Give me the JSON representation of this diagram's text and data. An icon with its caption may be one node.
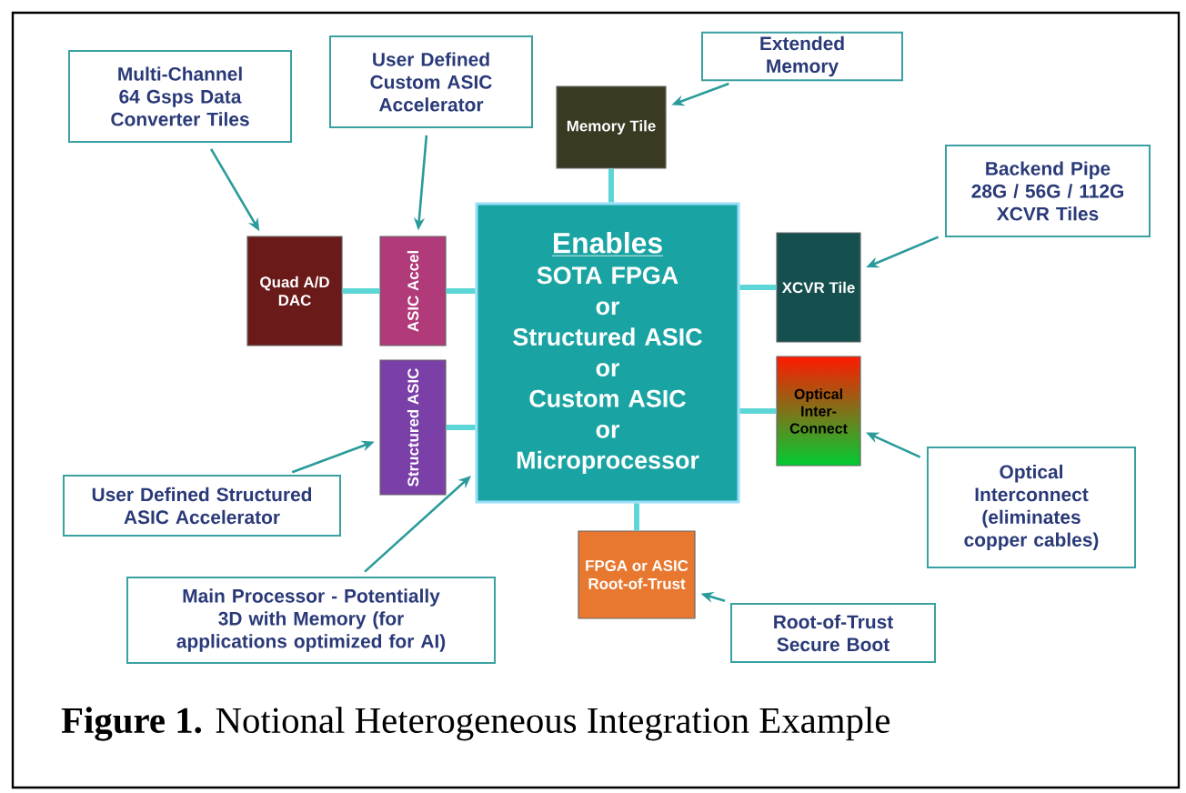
{
  "diagram": {
    "caption": "**Figure 1.** Notional Heterogeneous Integration Example",
    "nodes": [
      {
        "text": [
          "Enables",
          "SOTA FPGA",
          "or",
          "Structured ASIC",
          "or",
          "Custom ASIC",
          "or",
          "Microprocessor"
        ]
      },
      {
        "text": [
          "Quad A/D DAC"
        ]
      },
      {
        "text": [
          "ASIC Accel"
        ]
      },
      {
        "text": [
          "Structured ASIC"
        ]
      },
      {
        "text": [
          "Memory Tile"
        ]
      },
      {
        "text": [
          "XCVR Tile"
        ]
      },
      {
        "text": [
          "Optical Inter-Connect"
        ]
      },
      {
        "text": [
          "FPGA or ASIC Root-of-Trust"
        ]
      },
      {
        "text": [
          "Multi-Channel 64 Gsps Data Converter Tiles"
        ]
      },
      {
        "text": [
          "User Defined Custom ASIC Accelerator"
        ]
      },
      {
        "text": [
          "Extended Memory"
        ]
      },
      {
        "text": [
          "Backend Pipe 28G / 56G / 112G XCVR Tiles"
        ]
      },
      {
        "text": [
          "User Defined Structured ASIC Accelerator"
        ]
      },
      {
        "text": [
          "Main Processor - Potentially 3D with Memory (for applications optimized for AI)"
        ]
      },
      {
        "text": [
          "Optical Interconnect (eliminates copper cables)"
        ]
      },
      {
        "text": [
          "Root-of-Trust Secure Boot"
        ]
      }
    ],
    "edges": [
      {
        "from": 1,
        "to": 2,
        "arrow": "none",
        "style": "thick",
        "color": "#5cd6d6"
      },
      {
        "from": 2,
        "to": 0,
        "arrow": "none",
        "style": "thick",
        "color": "#5cd6d6"
      },
      {
        "from": 3,
        "to": 0,
        "arrow": "none",
        "style": "thick",
        "color": "#5cd6d6"
      },
      {
        "from": 4,
        "to": 0,
        "arrow": "none",
        "style": "thick",
        "color": "#5cd6d6"
      },
      {
        "from": 0,
        "to": 5,
        "arrow": "none",
        "style": "thick",
        "color": "#5cd6d6"
      },
      {
        "from": 0,
        "to": 6,
        "arrow": "none",
        "style": "thick",
        "color": "#5cd6d6"
      },
      {
        "from": 0,
        "to": 7,
        "arrow": "none",
        "style": "thick",
        "color": "#5cd6d6"
      },
      {
        "from": 8,
        "to": 1,
        "arrow": "to"
      },
      {
        "from": 9,
        "to": 2,
        "arrow": "to"
      },
      {
        "from": 10,
        "to": 4,
        "arrow": "to"
      },
      {
        "from": 11,
        "to": 5,
        "arrow": "to"
      },
      {
        "from": 12,
        "to": 3,
        "arrow": "to"
      },
      {
        "from": 13,
        "to": 0,
        "arrow": "to"
      },
      {
        "from": 14,
        "to": 6,
        "arrow": "to"
      },
      {
        "from": 15,
        "to": 7,
        "arrow": "to"
      }
    ]
  }
}
